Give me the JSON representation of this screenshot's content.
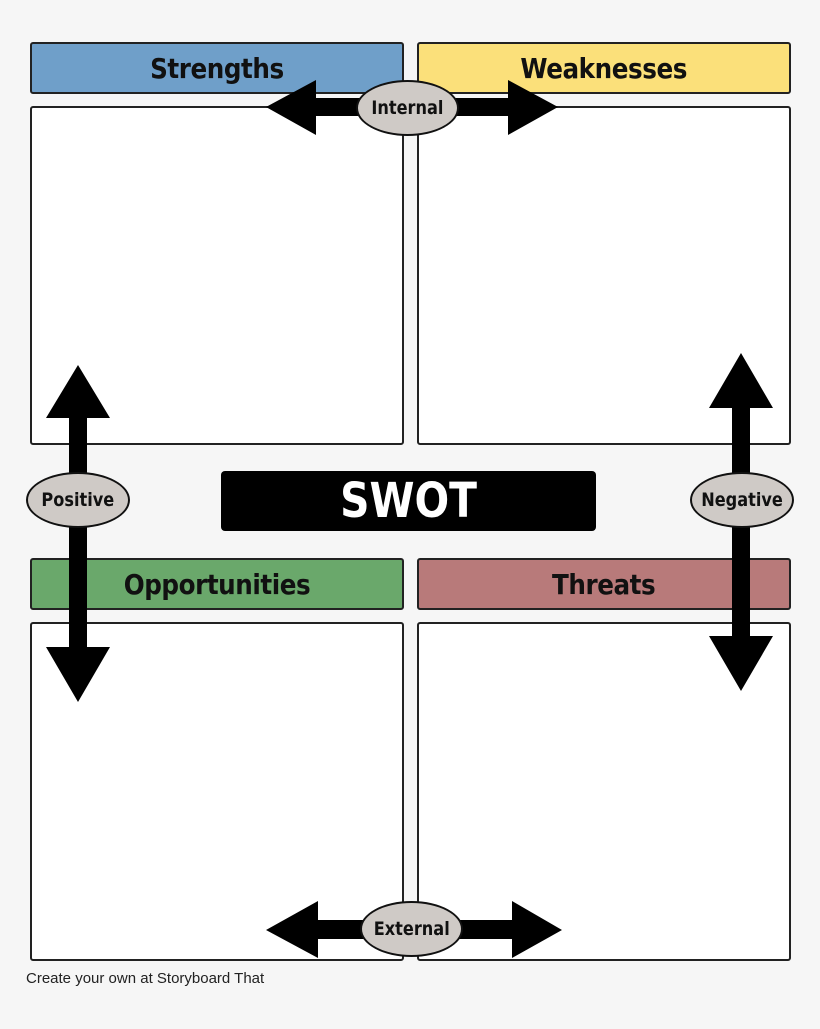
{
  "quadrants": {
    "strengths": {
      "title": "Strengths",
      "color": "#6f9fc9"
    },
    "weaknesses": {
      "title": "Weaknesses",
      "color": "#fbe07a"
    },
    "opportunities": {
      "title": "Opportunities",
      "color": "#6aa86b"
    },
    "threats": {
      "title": "Threats",
      "color": "#b87a7a"
    }
  },
  "center_label": "SWOT",
  "axes": {
    "internal": "Internal",
    "external": "External",
    "positive": "Positive",
    "negative": "Negative"
  },
  "footer": "Create your own at Storyboard That"
}
